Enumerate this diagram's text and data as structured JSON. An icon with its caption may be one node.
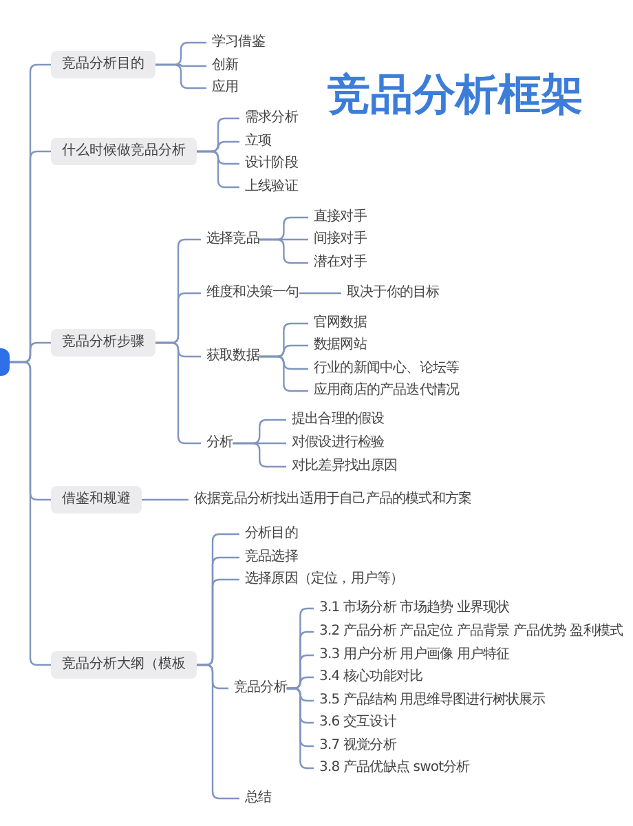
{
  "diagram": {
    "title": "竞品分析框架",
    "nodes": [
      {
        "text": [],
        "shape": "box"
      },
      {
        "text": [
          "竞品分析目的"
        ]
      },
      {
        "text": [
          "学习借鉴"
        ]
      },
      {
        "text": [
          "创新"
        ]
      },
      {
        "text": [
          "应用"
        ]
      },
      {
        "text": [
          "什么时候做竞品分析"
        ]
      },
      {
        "text": [
          "需求分析"
        ]
      },
      {
        "text": [
          "立项"
        ]
      },
      {
        "text": [
          "设计阶段"
        ]
      },
      {
        "text": [
          "上线验证"
        ]
      },
      {
        "text": [
          "竞品分析步骤"
        ]
      },
      {
        "text": [
          "选择竞品"
        ]
      },
      {
        "text": [
          "直接对手"
        ]
      },
      {
        "text": [
          "间接对手"
        ]
      },
      {
        "text": [
          "潜在对手"
        ]
      },
      {
        "text": [
          "维度和决策一句"
        ]
      },
      {
        "text": [
          "取决于你的目标"
        ]
      },
      {
        "text": [
          "获取数据"
        ]
      },
      {
        "text": [
          "官网数据"
        ]
      },
      {
        "text": [
          "数据网站"
        ]
      },
      {
        "text": [
          "行业的新闻中心、论坛等"
        ]
      },
      {
        "text": [
          "应用商店的产品迭代情况"
        ]
      },
      {
        "text": [
          "分析"
        ]
      },
      {
        "text": [
          "提出合理的假设"
        ]
      },
      {
        "text": [
          "对假设进行检验"
        ]
      },
      {
        "text": [
          "对比差异找出原因"
        ]
      },
      {
        "text": [
          "借鉴和规避"
        ]
      },
      {
        "text": [
          "依据竞品分析找出适用于自己产品的模式和方案"
        ]
      },
      {
        "text": [
          "竞品分析大纲（模板"
        ]
      },
      {
        "text": [
          "分析目的"
        ]
      },
      {
        "text": [
          "竞品选择"
        ]
      },
      {
        "text": [
          "选择原因（定位，用户等）"
        ]
      },
      {
        "text": [
          "竞品分析"
        ]
      },
      {
        "text": [
          "3.1 市场分析 市场趋势 业界现状"
        ]
      },
      {
        "text": [
          "3.2 产品分析 产品定位 产品背景 产品优势 盈利模式"
        ]
      },
      {
        "text": [
          "3.3 用户分析 用户画像 用户特征"
        ]
      },
      {
        "text": [
          "3.4 核心功能对比"
        ]
      },
      {
        "text": [
          "3.5 产品结构 用思维导图进行树状展示"
        ]
      },
      {
        "text": [
          "3.6 交互设计"
        ]
      },
      {
        "text": [
          "3.7 视觉分析"
        ]
      },
      {
        "text": [
          "3.8 产品优缺点 swot分析"
        ]
      },
      {
        "text": [
          "总结"
        ]
      }
    ],
    "edges": [
      {
        "from": 0,
        "to": 1,
        "arrow": "none"
      },
      {
        "from": 0,
        "to": 5,
        "arrow": "none"
      },
      {
        "from": 0,
        "to": 10,
        "arrow": "none"
      },
      {
        "from": 0,
        "to": 26,
        "arrow": "none"
      },
      {
        "from": 0,
        "to": 28,
        "arrow": "none"
      },
      {
        "from": 1,
        "to": 2,
        "arrow": "none"
      },
      {
        "from": 1,
        "to": 3,
        "arrow": "none"
      },
      {
        "from": 1,
        "to": 4,
        "arrow": "none"
      },
      {
        "from": 5,
        "to": 6,
        "arrow": "none"
      },
      {
        "from": 5,
        "to": 7,
        "arrow": "none"
      },
      {
        "from": 5,
        "to": 8,
        "arrow": "none"
      },
      {
        "from": 5,
        "to": 9,
        "arrow": "none"
      },
      {
        "from": 10,
        "to": 11,
        "arrow": "none"
      },
      {
        "from": 10,
        "to": 15,
        "arrow": "none"
      },
      {
        "from": 10,
        "to": 17,
        "arrow": "none"
      },
      {
        "from": 10,
        "to": 22,
        "arrow": "none"
      },
      {
        "from": 11,
        "to": 12,
        "arrow": "none"
      },
      {
        "from": 11,
        "to": 13,
        "arrow": "none"
      },
      {
        "from": 11,
        "to": 14,
        "arrow": "none"
      },
      {
        "from": 15,
        "to": 16,
        "arrow": "none"
      },
      {
        "from": 17,
        "to": 18,
        "arrow": "none"
      },
      {
        "from": 17,
        "to": 19,
        "arrow": "none"
      },
      {
        "from": 17,
        "to": 20,
        "arrow": "none"
      },
      {
        "from": 17,
        "to": 21,
        "arrow": "none"
      },
      {
        "from": 22,
        "to": 23,
        "arrow": "none"
      },
      {
        "from": 22,
        "to": 24,
        "arrow": "none"
      },
      {
        "from": 22,
        "to": 25,
        "arrow": "none"
      },
      {
        "from": 26,
        "to": 27,
        "arrow": "none"
      },
      {
        "from": 28,
        "to": 29,
        "arrow": "none"
      },
      {
        "from": 28,
        "to": 30,
        "arrow": "none"
      },
      {
        "from": 28,
        "to": 31,
        "arrow": "none"
      },
      {
        "from": 28,
        "to": 32,
        "arrow": "none"
      },
      {
        "from": 28,
        "to": 41,
        "arrow": "none"
      },
      {
        "from": 32,
        "to": 33,
        "arrow": "none"
      },
      {
        "from": 32,
        "to": 34,
        "arrow": "none"
      },
      {
        "from": 32,
        "to": 35,
        "arrow": "none"
      },
      {
        "from": 32,
        "to": 36,
        "arrow": "none"
      },
      {
        "from": 32,
        "to": 37,
        "arrow": "none"
      },
      {
        "from": 32,
        "to": 38,
        "arrow": "none"
      },
      {
        "from": 32,
        "to": 39,
        "arrow": "none"
      },
      {
        "from": 32,
        "to": 40,
        "arrow": "none"
      }
    ]
  }
}
